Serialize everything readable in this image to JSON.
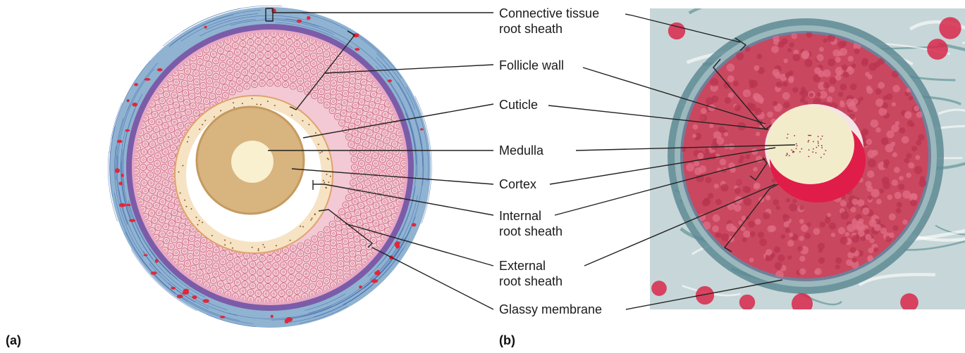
{
  "panel_labels": {
    "a": "(a)",
    "b": "(b)"
  },
  "labels": [
    {
      "id": "connective",
      "lines": [
        "Connective tissue",
        "root sheath"
      ]
    },
    {
      "id": "follicle",
      "lines": [
        "Follicle wall"
      ]
    },
    {
      "id": "cuticle",
      "lines": [
        "Cuticle"
      ]
    },
    {
      "id": "medulla",
      "lines": [
        "Medulla"
      ]
    },
    {
      "id": "cortex",
      "lines": [
        "Cortex"
      ]
    },
    {
      "id": "internal",
      "lines": [
        "Internal",
        "root sheath"
      ]
    },
    {
      "id": "external",
      "lines": [
        "External",
        "root sheath"
      ]
    },
    {
      "id": "glassy",
      "lines": [
        "Glassy membrane"
      ]
    }
  ],
  "colors": {
    "connective": "#8fb3d1",
    "glassy": "#7b5ca8",
    "external_sheath": "#f2c9d4",
    "internal_sheath": "#f6e3c4",
    "cortex": "#d8b47f",
    "medulla": "#f8f0cf",
    "cell_outline": "#c9566f",
    "red_spots": "#e0283a",
    "micrograph_bg": "#c7d6d8",
    "micrograph_ring": "#5d8a94",
    "micrograph_tissue": "#c9485f"
  }
}
